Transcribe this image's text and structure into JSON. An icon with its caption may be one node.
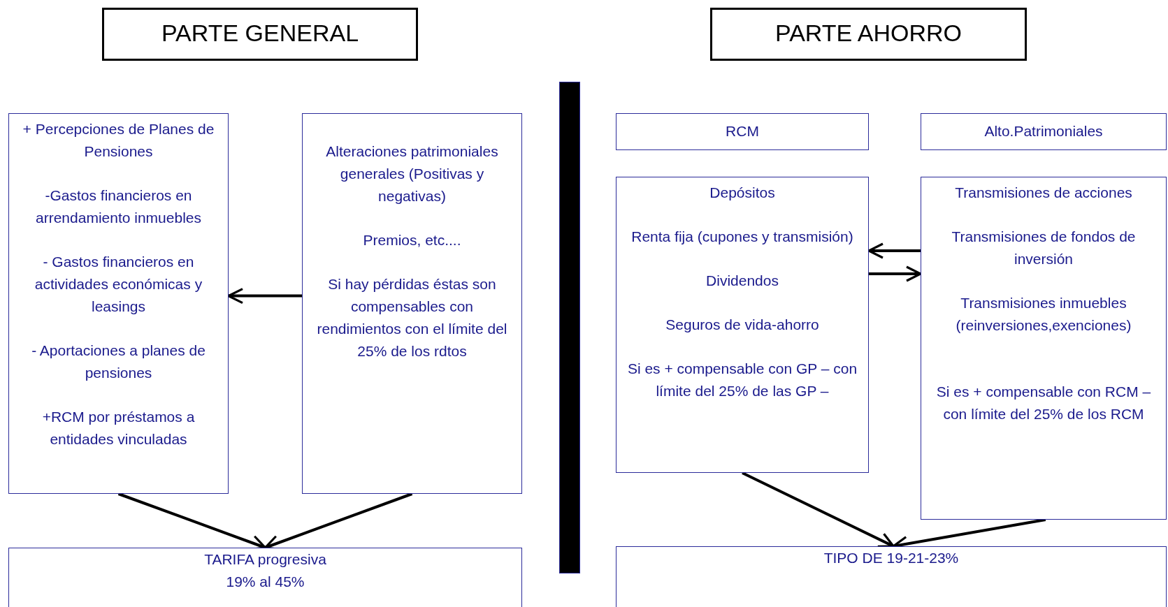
{
  "diagram": {
    "nodes": [
      {
        "text": [
          "PARTE GENERAL"
        ]
      },
      {
        "text": [
          "PARTE AHORRO"
        ]
      },
      {
        "text": [
          "+ Percepciones de Planes de Pensiones",
          "-Gastos financieros en arrendamiento inmuebles",
          "- Gastos financieros en actividades económicas y leasings",
          "- Aportaciones a planes de pensiones",
          "+RCM por préstamos a entidades vinculadas"
        ]
      },
      {
        "text": [
          "Alteraciones patrimoniales generales (Positivas y negativas)",
          "Premios, etc....",
          "Si hay pérdidas éstas son compensables con rendimientos con el límite del 25% de los rdtos"
        ]
      },
      {
        "text": [
          "TARIFA progresiva",
          "19% al 45%"
        ]
      },
      {
        "text": [
          "RCM"
        ]
      },
      {
        "text": [
          "Alto.Patrimoniales"
        ]
      },
      {
        "text": [
          "Depósitos",
          "Renta fija (cupones y transmisión)",
          "Dividendos",
          "Seguros de vida-ahorro",
          "Si es + compensable con GP – con límite del 25% de las GP –"
        ]
      },
      {
        "text": [
          "Transmisiones de acciones",
          "Transmisiones de fondos de inversión",
          "Transmisiones inmuebles (reinversiones,exenciones)",
          "Si es + compensable con RCM – con límite del 25% de los RCM"
        ]
      },
      {
        "text": [
          "TIPO DE 19-21-23%"
        ]
      },
      {
        "text": [],
        "shape": "bar"
      }
    ],
    "edges": [
      {
        "from": 3,
        "to": 2,
        "arrow": "to"
      },
      {
        "from": 2,
        "to": 4,
        "arrow": "to"
      },
      {
        "from": 3,
        "to": 4,
        "arrow": "to"
      },
      {
        "from": 8,
        "to": 7,
        "arrow": "to"
      },
      {
        "from": 7,
        "to": 8,
        "arrow": "to"
      },
      {
        "from": 7,
        "to": 9,
        "arrow": "to"
      },
      {
        "from": 8,
        "to": 9,
        "arrow": "to"
      }
    ]
  }
}
